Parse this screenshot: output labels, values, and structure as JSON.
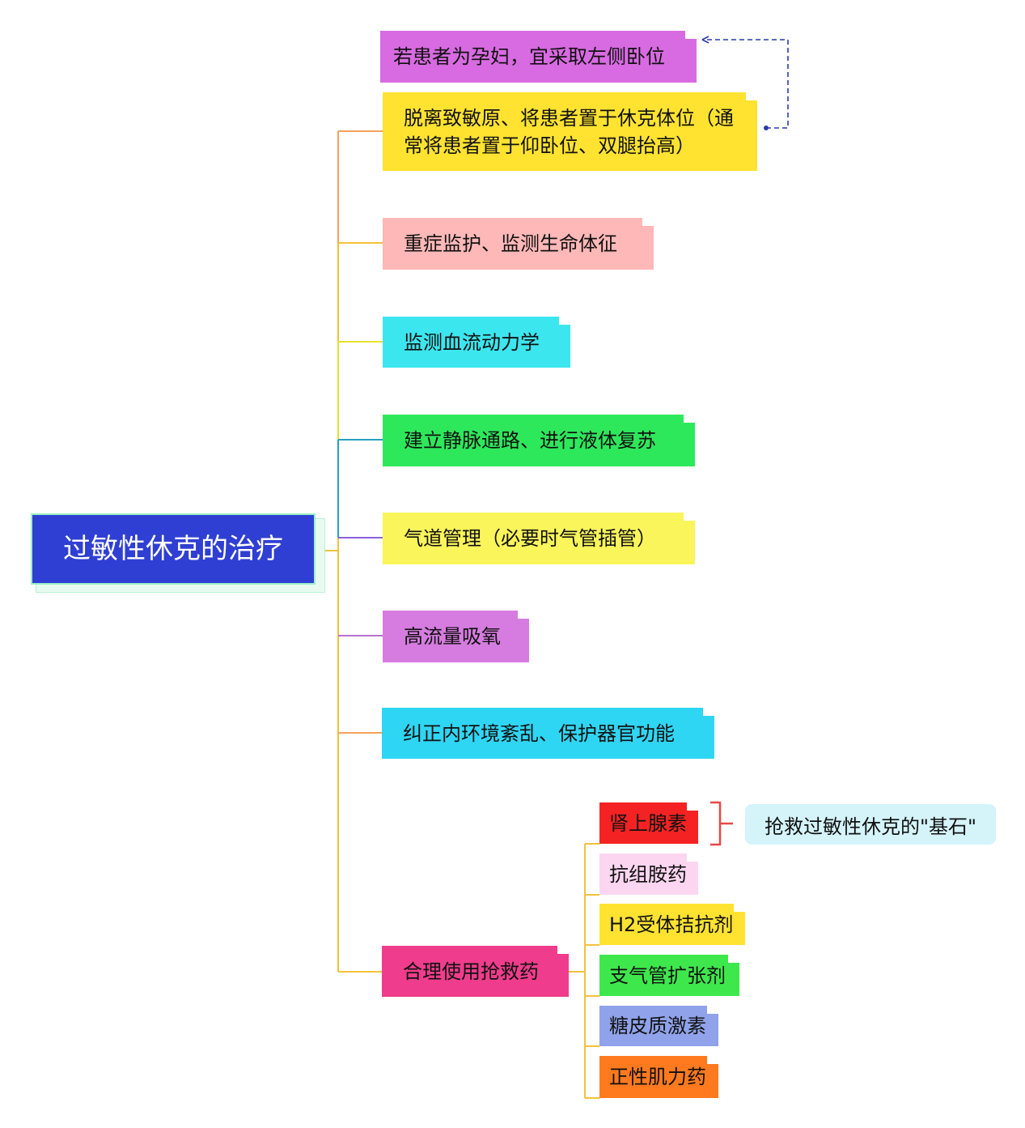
{
  "root": {
    "label": "过敏性休克的治疗",
    "color": "#2f3fd3"
  },
  "note_top": {
    "label": "若患者为孕妇，宜采取左侧卧位",
    "color": "#d86be1"
  },
  "branches": [
    {
      "label": "脱离致敏原、将患者置于休克体位（通常将患者置于仰卧位、双腿抬高）",
      "color": "#ffe330",
      "line": "#f4a15e"
    },
    {
      "label": "重症监护、监测生命体征",
      "color": "#ffb8b8",
      "line": "#f4c13a"
    },
    {
      "label": "监测血流动力学",
      "color": "#3ce6ef",
      "line": "#e8e030"
    },
    {
      "label": "建立静脉通路、进行液体复苏",
      "color": "#2ee85c",
      "line": "#2a9fc0"
    },
    {
      "label": "气道管理（必要时气管插管）",
      "color": "#f9f55a",
      "line": "#8a62d8"
    },
    {
      "label": "高流量吸氧",
      "color": "#d67ce0",
      "line": "#b972d0"
    },
    {
      "label": "纠正内环境紊乱、保护器官功能",
      "color": "#2fd6f4",
      "line": "#f3a25d"
    },
    {
      "label": "合理使用抢救药",
      "color": "#f03c8c",
      "line": "#f4c13a"
    }
  ],
  "drugs": [
    {
      "label": "肾上腺素",
      "color": "#f42222"
    },
    {
      "label": "抗组胺药",
      "color": "#fcd6f0"
    },
    {
      "label": "H2受体拮抗剂",
      "color": "#ffe330"
    },
    {
      "label": "支气管扩张剂",
      "color": "#3ee84c"
    },
    {
      "label": "糖皮质激素",
      "color": "#8fa2ea"
    },
    {
      "label": "正性肌力药",
      "color": "#ff7a1e"
    }
  ],
  "callout": {
    "label": "抢救过敏性休克的\"基石\"",
    "color": "#d4f4fa",
    "bracket_color": "#e84848"
  }
}
